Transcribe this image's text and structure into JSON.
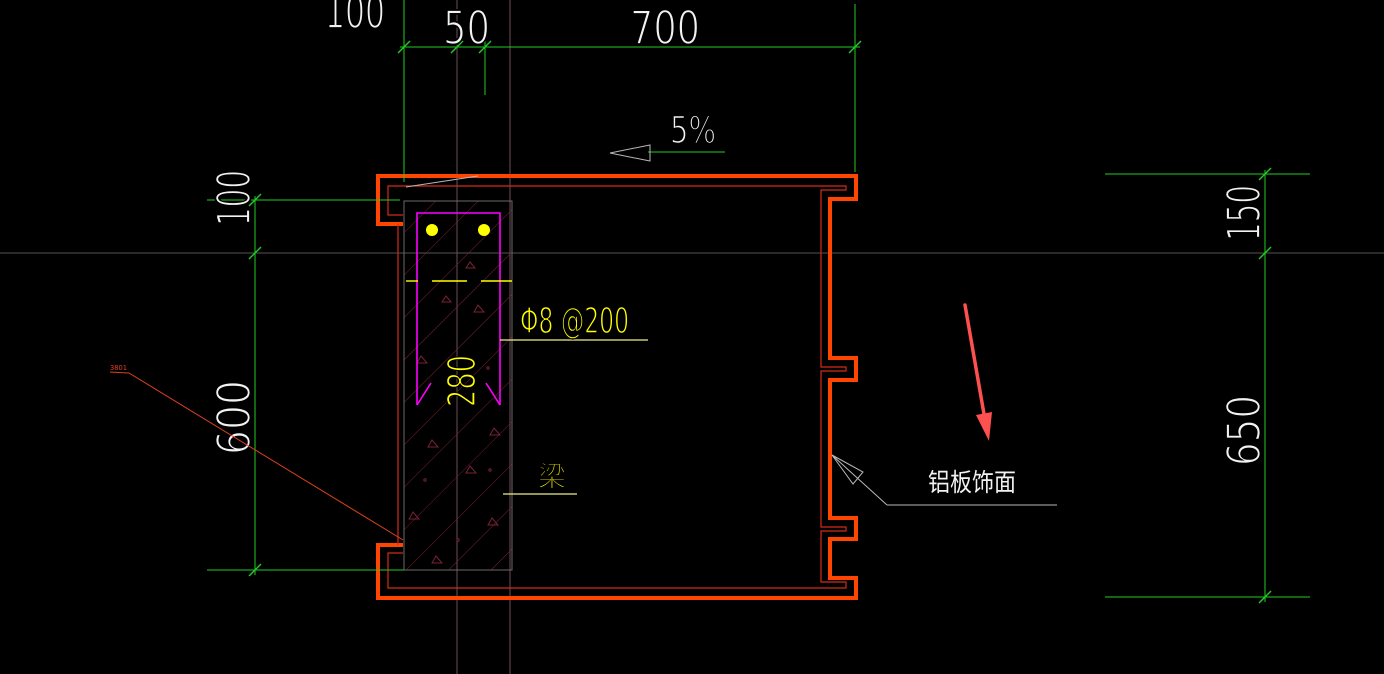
{
  "drawing": {
    "dimensions": {
      "top": [
        "100",
        "50",
        "700"
      ],
      "slope": "5%",
      "left": [
        "100",
        "600"
      ],
      "right": [
        "150",
        "650"
      ],
      "beam_depth": "280"
    },
    "annotations": {
      "rebar_spec": "Φ8 @200",
      "beam": "梁",
      "finish": "铝板饰面",
      "tag": "3801"
    }
  },
  "colors": {
    "background": "#000000",
    "dimension": "#22cc22",
    "panel_outline": "#ff4500",
    "panel_inner": "#d42a1a",
    "stirrup": "#ff00ff",
    "rebar": "#ffff00",
    "text": "#f2f2f2",
    "hatch": "#7a2232",
    "markup_arrow": "#ff5050"
  }
}
